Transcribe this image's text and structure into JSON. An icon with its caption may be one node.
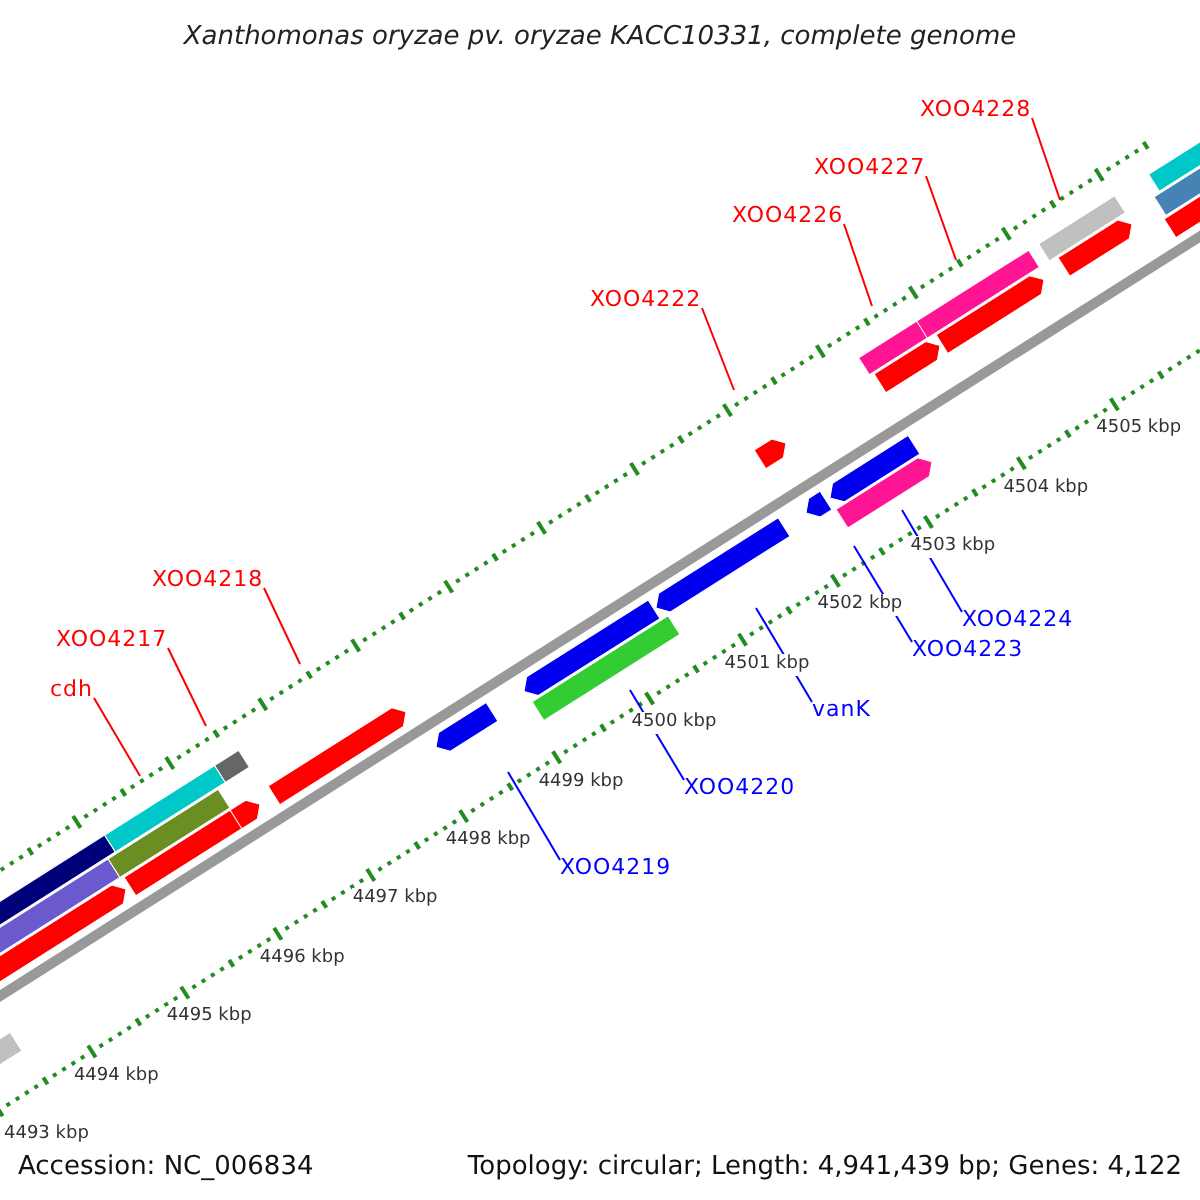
{
  "diagram": {
    "title": "Xanthomonas oryzae pv. oryzae KACC10331, complete genome",
    "nodes": [
      {
        "text": [
          "XOO4228"
        ]
      },
      {
        "text": [
          "XOO4227"
        ]
      },
      {
        "text": [
          "XOO4226"
        ]
      },
      {
        "text": [
          "XOO4222"
        ]
      },
      {
        "text": [
          "XOO4218"
        ]
      },
      {
        "text": [
          "XOO4224"
        ]
      },
      {
        "text": [
          "XOO4217"
        ]
      },
      {
        "text": [
          "XOO4223"
        ]
      },
      {
        "text": [
          "cdh"
        ]
      },
      {
        "text": [
          "vanK"
        ]
      },
      {
        "text": [
          "XOO4220"
        ]
      },
      {
        "text": [
          "XOO4219"
        ]
      }
    ],
    "edges": [
      {
        "from": 0,
        "to": null,
        "arrow": "none"
      },
      {
        "from": 1,
        "to": null,
        "arrow": "none"
      },
      {
        "from": 2,
        "to": null,
        "arrow": "none"
      },
      {
        "from": 3,
        "to": null,
        "arrow": "none"
      },
      {
        "from": 4,
        "to": null,
        "arrow": "none"
      },
      {
        "from": 5,
        "to": null,
        "arrow": "none",
        "color": "#0000ff"
      },
      {
        "from": 6,
        "to": null,
        "arrow": "none"
      },
      {
        "from": 7,
        "to": null,
        "arrow": "none",
        "color": "#0000ff"
      },
      {
        "from": 8,
        "to": null,
        "arrow": "none"
      },
      {
        "from": 9,
        "to": null,
        "arrow": "none",
        "color": "#0000ff"
      },
      {
        "from": 10,
        "to": null,
        "arrow": "none",
        "color": "#0000ff"
      },
      {
        "from": 11,
        "to": null,
        "arrow": "none",
        "color": "#0000ff"
      }
    ],
    "labels": [
      "4505 kbp",
      "4504 kbp",
      "4503 kbp",
      "4502 kbp",
      "4501 kbp",
      "4500 kbp",
      "4499 kbp",
      "4498 kbp",
      "4497 kbp",
      "4496 kbp",
      "4495 kbp",
      "4494 kbp",
      "4493 kbp",
      "Accession: NC_006834",
      "Topology: circular; Length: 4,941,439 bp; Genes: 4,122"
    ]
  }
}
